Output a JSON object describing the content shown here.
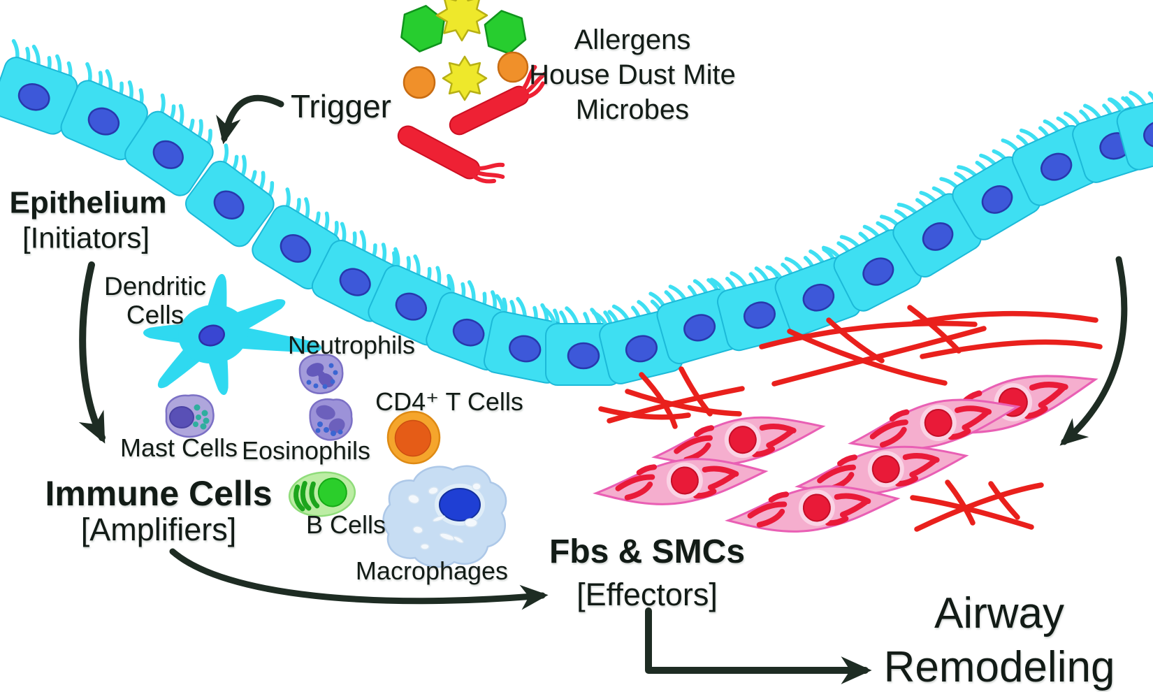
{
  "figure": {
    "trigger_label": "Trigger",
    "allergens_lines": [
      "Allergens",
      "House Dust Mite",
      "Microbes"
    ],
    "epithelium": {
      "title": "Epithelium",
      "role": "[Initiators]"
    },
    "immune": {
      "title": "Immune Cells",
      "role": "[Amplifiers]",
      "cells": {
        "dendritic": "Dendritic Cells",
        "neutrophils": "Neutrophils",
        "mast": "Mast Cells",
        "eosinophils": "Eosinophils",
        "cd4": "CD4⁺ T Cells",
        "b": "B Cells",
        "macrophages": "Macrophages"
      }
    },
    "effectors": {
      "title": "Fbs & SMCs",
      "role": "[Effectors]"
    },
    "outcome_lines": [
      "Airway",
      "Remodeling"
    ]
  },
  "colors": {
    "background": "#FFFFFF",
    "text": "#121B16",
    "arrow": "#1E2C23",
    "epithelium_body": "#3EDFF2",
    "epithelium_outline": "#1CB9D8",
    "nucleus_blue": "#3D58D9",
    "nucleus_blue_outline": "#2738AC",
    "allergen_green": "#27CD2F",
    "allergen_green_outline": "#0F941C",
    "allergen_yellow": "#EEE82B",
    "allergen_yellow_outline": "#B7B014",
    "allergen_orange": "#F0902A",
    "allergen_orange_outline": "#C86C12",
    "microbe_red": "#EE2134",
    "microbe_red_outline": "#CC0F22",
    "dendritic_body": "#2FD9F0",
    "dendritic_nucleus": "#3946D2",
    "mast_body": "#AFA6DC",
    "mast_nucleus": "#5950B6",
    "mast_granule": "#2FAE9E",
    "purple_cell_outline": "#7B70C5",
    "neutrophil_body": "#A39BDB",
    "neutrophil_nucleus": "#6459BB",
    "eosinophil_body": "#9C92D8",
    "eosinophil_nucleus": "#6C60BC",
    "granule_blue": "#3B66D2",
    "tcell_outer": "#F5A52C",
    "tcell_outer_outline": "#DE8A14",
    "tcell_inner": "#E55C17",
    "bcell_body": "#BCEDA4",
    "bcell_outline": "#8FDC7A",
    "bcell_nucleus": "#2BCE2B",
    "bcell_band": "#1CA51C",
    "macrophage_body": "#C7DDF3",
    "macrophage_outline": "#ADC8E8",
    "macrophage_nucleus": "#1F3FD4",
    "vacuole_white": "#F4F8FC",
    "fb_body": "#F5AECE",
    "fb_outline": "#E95FB4",
    "fb_nucleus": "#E91A38",
    "fb_halo": "#FAD3E5",
    "fiber_red": "#E9201C"
  }
}
